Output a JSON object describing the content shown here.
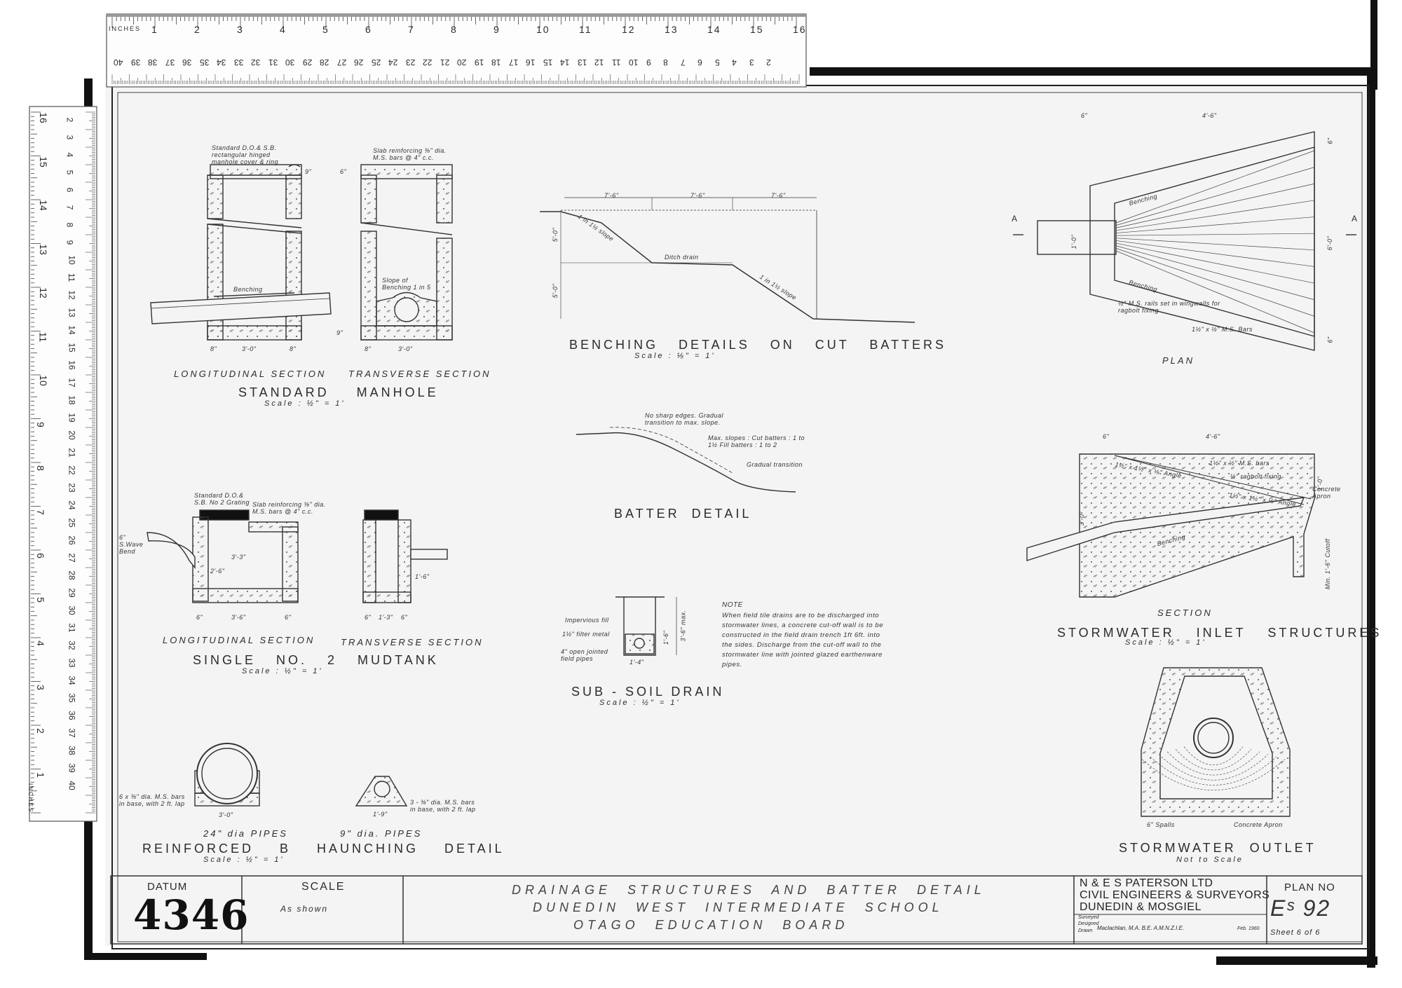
{
  "ruler_top": {
    "unit_label": "INCHES",
    "inch_marks": [
      "1",
      "2",
      "3",
      "4",
      "5",
      "6",
      "7",
      "8",
      "9",
      "10",
      "11",
      "12",
      "13",
      "14",
      "15",
      "16"
    ],
    "cm_marks": [
      "40",
      "39",
      "38",
      "37",
      "36",
      "35",
      "34",
      "33",
      "32",
      "31",
      "30",
      "29",
      "28",
      "27",
      "26",
      "25",
      "24",
      "23",
      "22",
      "21",
      "20",
      "19",
      "18",
      "17",
      "16",
      "15",
      "14",
      "13",
      "12",
      "11",
      "10",
      "9",
      "8",
      "7",
      "6",
      "5",
      "4",
      "3",
      "2"
    ]
  },
  "ruler_left": {
    "unit_label": "INCHES",
    "inch_marks": [
      "16",
      "15",
      "14",
      "13",
      "12",
      "11",
      "10",
      "9",
      "8",
      "7",
      "6",
      "5",
      "4",
      "3",
      "2",
      "1"
    ],
    "cm_marks": [
      "2",
      "3",
      "4",
      "5",
      "6",
      "7",
      "8",
      "9",
      "10",
      "11",
      "12",
      "13",
      "14",
      "15",
      "16",
      "17",
      "18",
      "19",
      "20",
      "21",
      "22",
      "23",
      "24",
      "25",
      "26",
      "27",
      "28",
      "29",
      "30",
      "31",
      "32",
      "33",
      "34",
      "35",
      "36",
      "37",
      "38",
      "39",
      "40"
    ]
  },
  "manhole": {
    "callout_cover": "Standard D.O.& S.B. rectangular hinged manhole cover & ring",
    "callout_slab": "Slab reinforcing ⅜\" dia. M.S. bars @ 4\" c.c.",
    "callout_benching": "Benching",
    "callout_slope": "Slope of Benching 1 in 5",
    "dims": [
      "6\"",
      "9\"",
      "3'-0\"",
      "8\"",
      "8\"",
      "3'-0\"",
      "8\"",
      "9\""
    ],
    "sub_left": "LONGITUDINAL SECTION",
    "sub_right": "TRANSVERSE SECTION",
    "title": "STANDARD MANHOLE",
    "scale": "Scale : ½\" = 1'"
  },
  "mudtank": {
    "callout_grating": "Standard D.O.& S.B. No 2 Grating",
    "callout_slab": "Slab reinforcing ⅜\" dia. M.S. bars @ 4\" c.c.",
    "callout_bend": "6\" S.Wave Bend",
    "dims": [
      "6\"",
      "3'-6\"",
      "6\"",
      "6\"",
      "1'-3\"",
      "6\"",
      "1'-6\"",
      "2'-6\"",
      "3'-3\""
    ],
    "sub_left": "LONGITUDINAL SECTION",
    "sub_right": "TRANSVERSE SECTION",
    "title": "SINGLE NO. 2 MUDTANK",
    "scale": "Scale : ½\" = 1'"
  },
  "haunching": {
    "callout_left": "6 x ⅜\" dia. M.S. bars in base, with 2 ft. lap",
    "callout_right": "3 - ⅜\" dia. M.S. bars in base, with 2 ft. lap",
    "dim_left": "3'-0\"",
    "dim_right": "1'-9\"",
    "label_left": "24\" dia PIPES",
    "label_right": "9\" dia. PIPES",
    "title": "REINFORCED B HAUNCHING DETAIL",
    "scale": "Scale : ½\" = 1'"
  },
  "benching": {
    "dims": [
      "7'-6\"",
      "7'-6\"",
      "7'-6\""
    ],
    "callout_ditch": "Ditch drain",
    "callout_slope1": "1 in 1½ slope",
    "callout_slope2": "1 in 1½ slope",
    "side_dims": [
      "5'-0\"",
      "5'-0\""
    ],
    "title": "BENCHING DETAILS ON CUT BATTERS",
    "scale": "Scale : ⅛\" = 1'"
  },
  "batter": {
    "callout_edges": "No sharp edges. Gradual transition to max. slope.",
    "callout_slopes": "Max. slopes : Cut batters : 1 to 1½  Fill batters : 1 to 2",
    "callout_transition": "Gradual transition",
    "title": "BATTER DETAIL"
  },
  "subsoil": {
    "callout_fill": "Impervious fill",
    "callout_metal": "1½\" filter metal",
    "callout_pipes": "4\" open jointed field pipes",
    "dims": [
      "1'-6\"",
      "3'-6\" max.",
      "1'-4\""
    ],
    "title": "SUB - SOIL DRAIN",
    "scale": "Scale : ½\" = 1'"
  },
  "note": {
    "heading": "NOTE",
    "text": "When field tile drains are to be discharged into stormwater lines, a concrete cut-off wall is to be constructed in the field drain trench 1ft 6ft. into the sides. Discharge from the cut-off wall to the stormwater line with jointed glazed earthenware pipes."
  },
  "inlet": {
    "plan_dims_top": [
      "6\"",
      "4'-6\""
    ],
    "plan_side_dims": [
      "6\"",
      "6'-0\"",
      "6\""
    ],
    "section_marker": "A",
    "callout_benching1": "Benching",
    "callout_benching2": "Benching",
    "callout_dia": "1'-0\"",
    "callout_rails": "½\" M.S. rails set in wingwalls for ragbolt fixing",
    "callout_bars": "1½\" x ½\" M.S. Bars",
    "plan_title": "PLAN",
    "sec_dims_top": [
      "6\"",
      "4'-6\""
    ],
    "callout_mbars": "1½\" x ½\" M.S. bars",
    "callout_angle1": "1½\" x 1½\" x ⅛\" Angle",
    "callout_ragbolt": "½\" ragbolt fixing",
    "callout_angle2": "1½\" x 1½\" x ⅛\" Angle",
    "callout_apron": "Concrete Apron",
    "callout_cutoff": "Min. 1'-6\" Cutoff",
    "sec_side_dim": "3'-0\"",
    "sec_dim_right": "1'-0\"",
    "section_title": "SECTION",
    "title": "STORMWATER INLET STRUCTURES",
    "scale": "Scale : ½\" = 1'"
  },
  "outlet": {
    "callout_spalls": "6\" Spalls",
    "callout_apron": "Concrete Apron",
    "title": "STORMWATER OUTLET",
    "scale": "Not to Scale"
  },
  "titleblock": {
    "datum_label": "DATUM",
    "datum_number": "4346",
    "scale_label": "SCALE",
    "scale_value": "As shown",
    "title_line1": "DRAINAGE STRUCTURES AND BATTER DETAIL",
    "title_line2": "DUNEDIN WEST INTERMEDIATE SCHOOL",
    "title_line3": "OTAGO EDUCATION BOARD",
    "firm_line1": "N & E S PATERSON LTD",
    "firm_line2": "CIVIL ENGINEERS & SURVEYORS",
    "firm_line3": "DUNEDIN & MOSGIEL",
    "surveyed_label": "Surveyed",
    "designed_label": "Designed",
    "drawn_label": "Drawn",
    "signature": "Maclachlan, M.A. B.E. A.M.N.Z.I.E.",
    "date": "Feb. 1960",
    "plan_no_label": "PLAN NO",
    "plan_no": "Eˢ 92",
    "sheet": "Sheet 6 of 6"
  }
}
